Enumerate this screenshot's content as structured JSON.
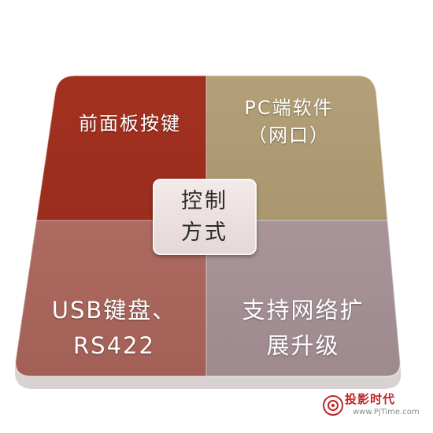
{
  "diagram": {
    "center_label": "控制\n方式",
    "quadrants": [
      {
        "position": "top-left",
        "label": "前面板按键",
        "color": "#a2301f"
      },
      {
        "position": "top-right",
        "label": "PC端软件\n（网口）",
        "color": "#b39f77"
      },
      {
        "position": "bottom-left",
        "label": "USB键盘、\nRS422",
        "color": "#a8655b"
      },
      {
        "position": "bottom-right",
        "label": "支持网络扩\n展升级",
        "color": "#a18d91"
      }
    ]
  },
  "watermark": {
    "title": "投影时代",
    "url": "www.PjTime.com"
  },
  "colors": {
    "top_left": "#a2301f",
    "top_right": "#b39f77",
    "bottom_left": "#a8655b",
    "bottom_right": "#a18d91",
    "center": "#ece1e2",
    "watermark": "#c0242a"
  }
}
